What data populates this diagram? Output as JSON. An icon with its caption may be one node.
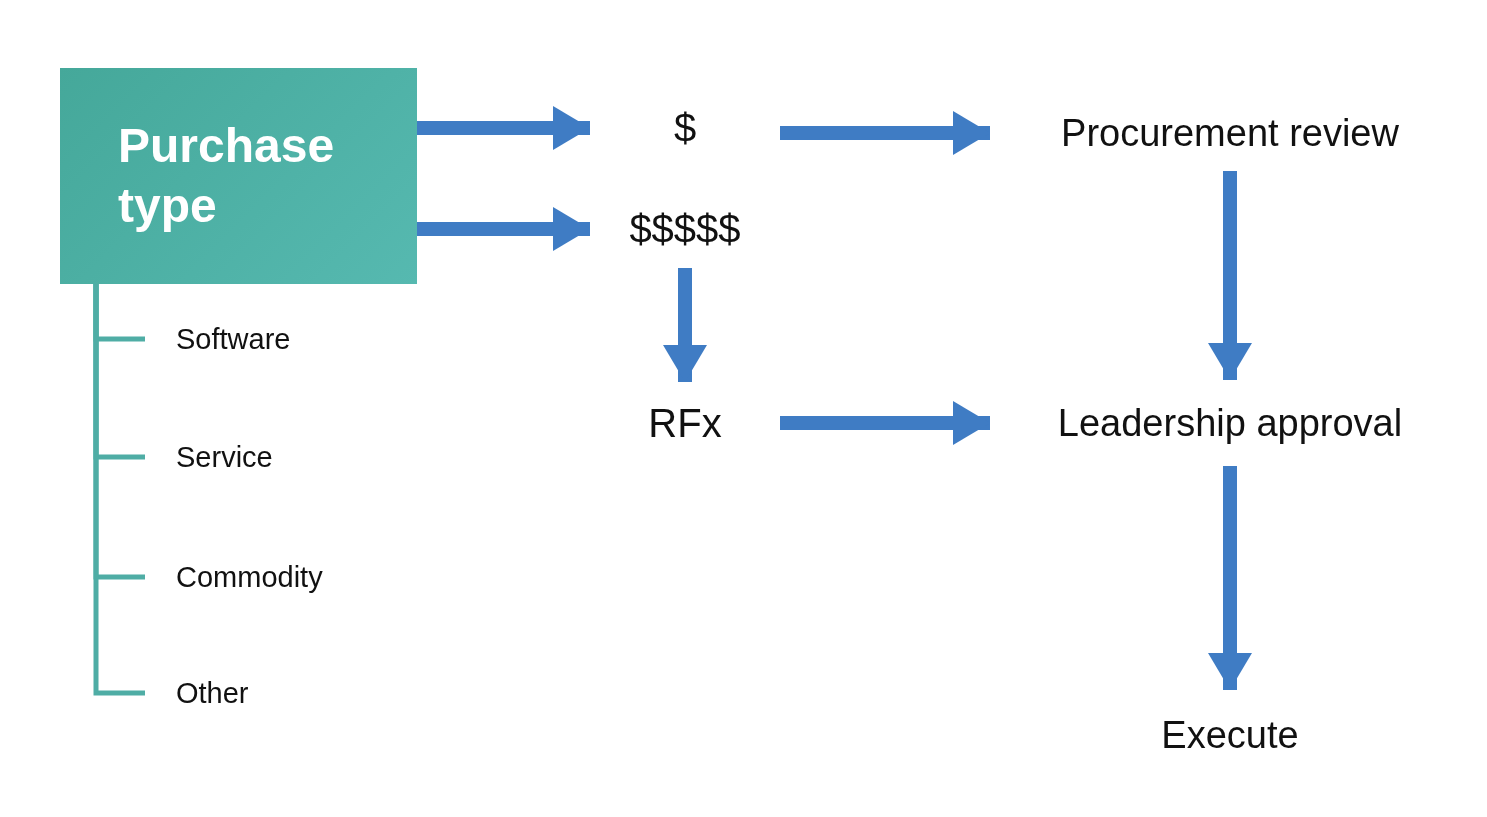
{
  "diagram": {
    "nodes": [
      {
        "text": [
          "Purchase type"
        ]
      },
      {
        "text": [
          "$"
        ]
      },
      {
        "text": [
          "$$$$$"
        ]
      },
      {
        "text": [
          "Procurement review"
        ]
      },
      {
        "text": [
          "RFx"
        ]
      },
      {
        "text": [
          "Leadership approval"
        ]
      },
      {
        "text": [
          "Execute"
        ]
      },
      {
        "text": [
          "Software"
        ]
      },
      {
        "text": [
          "Service"
        ]
      },
      {
        "text": [
          "Commodity"
        ]
      },
      {
        "text": [
          "Other"
        ]
      }
    ],
    "edges": [
      {
        "from": 0,
        "to": 1,
        "arrow": "to"
      },
      {
        "from": 0,
        "to": 2,
        "arrow": "to"
      },
      {
        "from": 1,
        "to": 3,
        "arrow": "to"
      },
      {
        "from": 2,
        "to": 4,
        "arrow": "to"
      },
      {
        "from": 3,
        "to": 5,
        "arrow": "to"
      },
      {
        "from": 4,
        "to": 5,
        "arrow": "to"
      },
      {
        "from": 5,
        "to": 6,
        "arrow": "to"
      },
      {
        "from": 0,
        "to": 7,
        "arrow": "none",
        "color": "#4fada5"
      },
      {
        "from": 0,
        "to": 8,
        "arrow": "none",
        "color": "#4fada5"
      },
      {
        "from": 0,
        "to": 9,
        "arrow": "none",
        "color": "#4fada5"
      },
      {
        "from": 0,
        "to": 10,
        "arrow": "none",
        "color": "#4fada5"
      }
    ]
  }
}
